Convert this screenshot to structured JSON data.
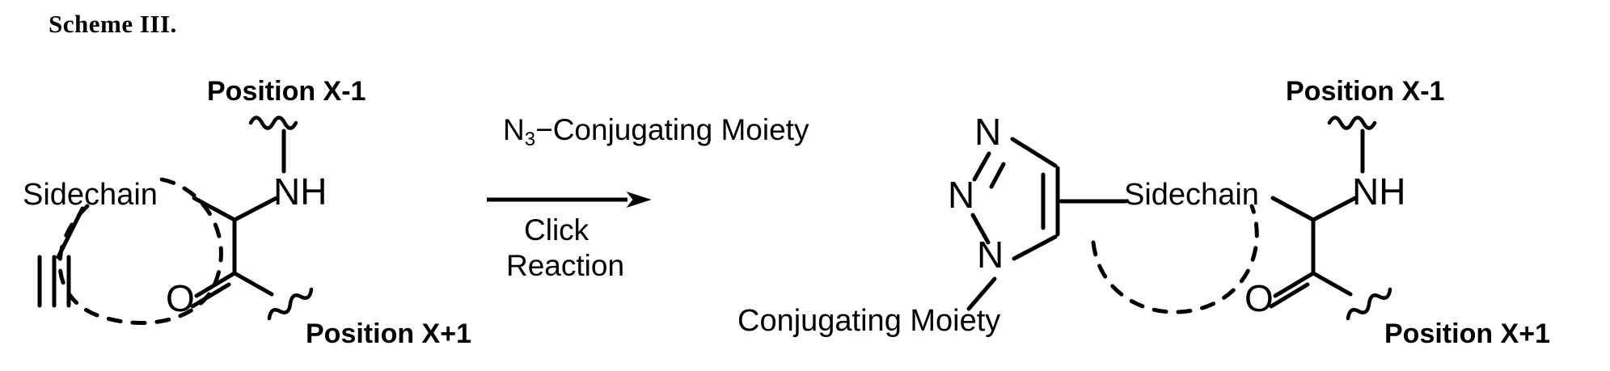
{
  "title": "Scheme III.",
  "reactant": {
    "sidechain_label": "Sidechain",
    "nh_label": "NH",
    "oxygen_label": "O",
    "position_upper": "Position X-1",
    "position_lower": "Position X+1",
    "alkyne": "C≡C terminal alkyne",
    "loop": "dashed-linker-loop"
  },
  "arrow": {
    "reagent_prefix": "N",
    "reagent_sub": "3",
    "reagent_dash": "−",
    "reagent_name": "Conjugating Moiety",
    "condition_line1": "Click",
    "condition_line2": "Reaction",
    "direction": "right"
  },
  "product": {
    "triazole_n_top": "N",
    "triazole_n_left": "N",
    "triazole_n_bottom": "N",
    "conjugating_moiety_label": "Conjugating Moiety",
    "sidechain_label": "Sidechain",
    "nh_label": "NH",
    "oxygen_label": "O",
    "position_upper": "Position X-1",
    "position_lower": "Position X+1",
    "loop": "dashed-linker-loop"
  },
  "colors": {
    "ink": "#000000",
    "background": "#ffffff"
  }
}
